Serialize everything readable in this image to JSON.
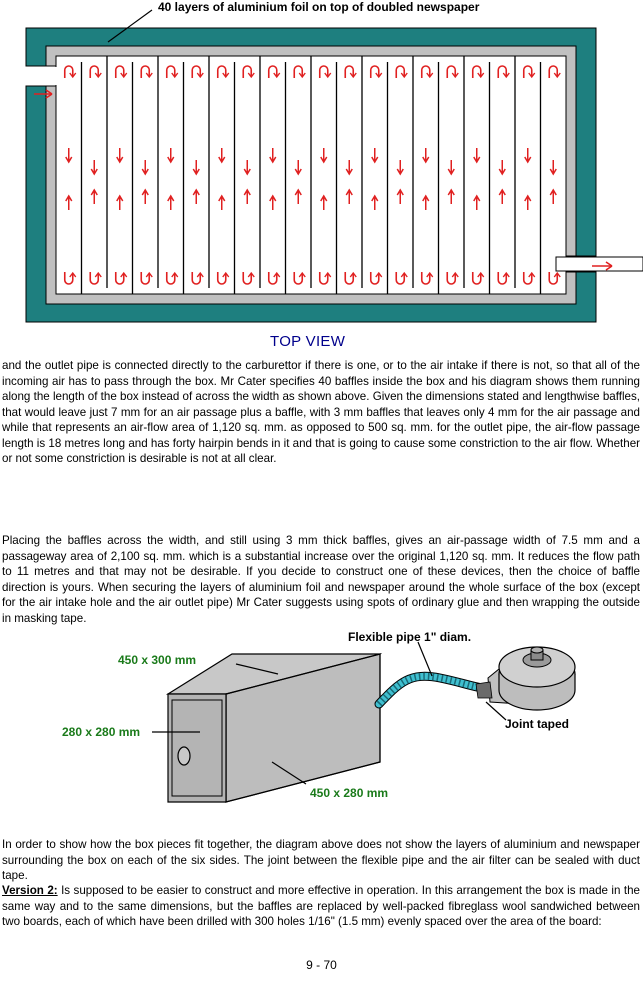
{
  "figure1": {
    "annotation": "40 layers of aluminium foil on top of doubled newspaper",
    "caption": "TOP VIEW",
    "colors": {
      "outer_wall": "#1e7f7f",
      "inner_wall": "#c0c0c0",
      "arrow": "#e02020"
    },
    "baffle_count": 20
  },
  "paragraphs": {
    "p1": "and the outlet pipe is connected directly to the carburettor if there is one, or to the air intake if there is not, so that all of the incoming air has to pass through the box. Mr Cater specifies 40 baffles inside the box and his diagram shows them running along the length of the box instead of across the width as shown above. Given the dimensions stated and lengthwise baffles, that would leave just 7 mm for an air passage plus a baffle, with 3 mm baffles that leaves only 4 mm for the air passage and while that represents an air-flow area of 1,120 sq. mm. as opposed to 500 sq. mm. for the outlet pipe, the air-flow passage length is 18 metres long and has forty hairpin bends in it and that is going to cause some constriction to the air flow. Whether or not some constriction is desirable is not at all clear.",
    "p2": "Placing the baffles across the width, and still using 3 mm thick baffles, gives an air-passage width of 7.5 mm and a passageway area of 2,100 sq. mm. which is a substantial increase over the original 1,120 sq. mm. It reduces the flow path to 11 metres and that may not be desirable. If you decide to construct one of these devices, then the choice of baffle direction is yours. When securing the layers of aluminium foil and newspaper around the whole surface of the box (except for the air intake hole and the air outlet pipe) Mr Cater suggests using spots of ordinary glue and then wrapping the outside in masking tape.",
    "p3": "In order to show how the box pieces fit together, the diagram above does not show the layers of aluminium and newspaper surrounding the box on each of the six sides. The joint between the flexible pipe and the air filter can be sealed with duct tape.",
    "p4_lead": "Version 2:",
    "p4_rest": " Is supposed to be easier to construct and more effective in operation. In this arrangement the box is made in the same way and to the same dimensions, but the baffles are replaced by well-packed fibreglass wool sandwiched between two boards, each of which have been drilled with 300 holes 1/16\" (1.5 mm) evenly spaced over the area of the board:"
  },
  "figure2": {
    "flexible_pipe": "Flexible pipe 1\" diam.",
    "top_dim": "450 x 300 mm",
    "end_dim": "280 x 280 mm",
    "side_dim": "450 x 280 mm",
    "joint": "Joint taped",
    "colors": {
      "dimension_text": "#1a7a1a",
      "pipe": "#40c0d0"
    }
  },
  "footer": {
    "page_number": "9 - 70"
  }
}
